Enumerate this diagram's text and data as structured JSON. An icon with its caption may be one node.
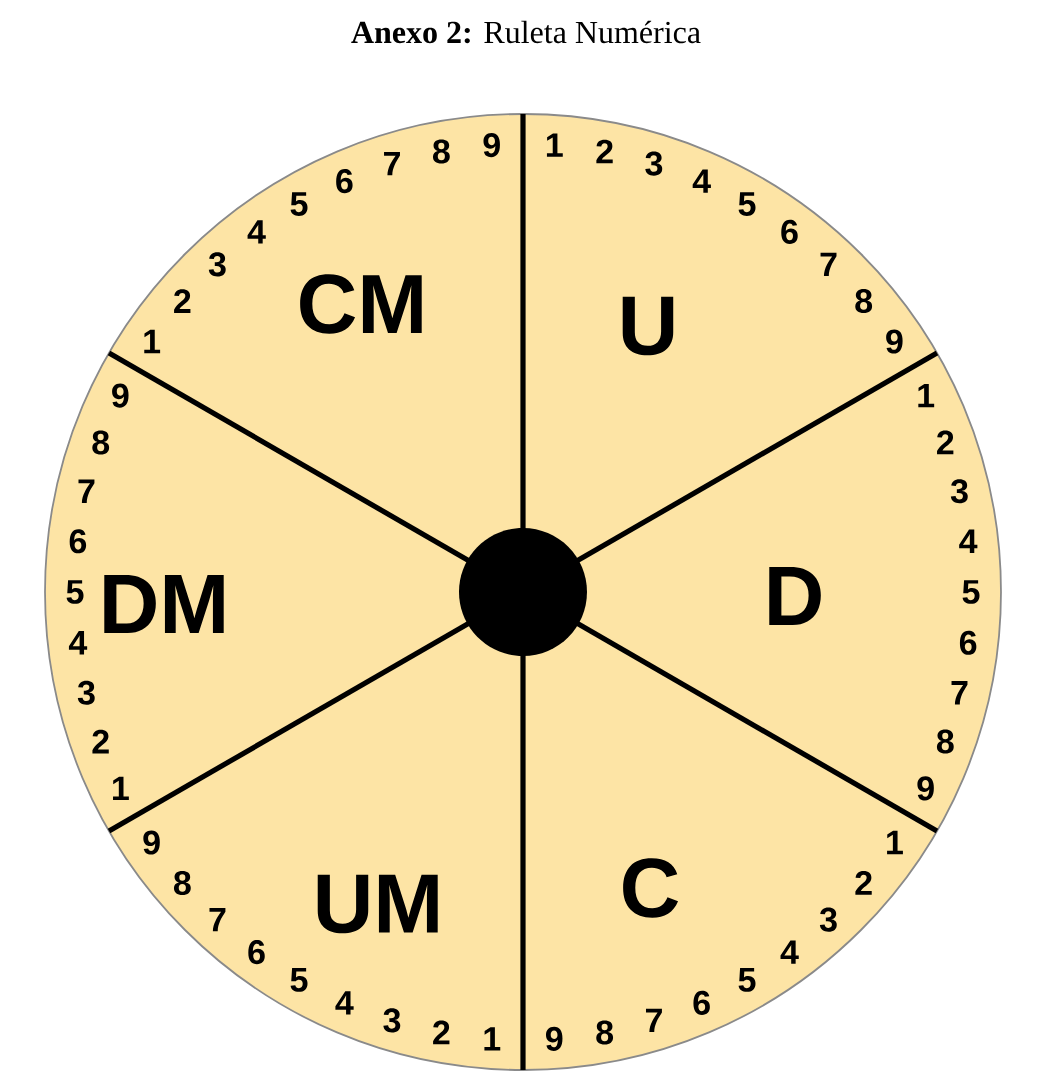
{
  "diagram": {
    "title": "**Anexo 2:** Ruleta Numérica",
    "nodes": [
      {
        "text": [
          "CM",
          "1",
          "2",
          "3",
          "4",
          "5",
          "6",
          "7",
          "8",
          "9"
        ]
      },
      {
        "text": [
          "U",
          "1",
          "2",
          "3",
          "4",
          "5",
          "6",
          "7",
          "8",
          "9"
        ]
      },
      {
        "text": [
          "DM",
          "1",
          "2",
          "3",
          "4",
          "5",
          "6",
          "7",
          "8",
          "9"
        ]
      },
      {
        "text": [
          "D",
          "1",
          "2",
          "3",
          "4",
          "5",
          "6",
          "7",
          "8",
          "9"
        ]
      },
      {
        "text": [
          "UM",
          "1",
          "2",
          "3",
          "4",
          "5",
          "6",
          "7",
          "8",
          "9"
        ]
      },
      {
        "text": [
          "C",
          "1",
          "2",
          "3",
          "4",
          "5",
          "6",
          "7",
          "8",
          "9"
        ]
      }
    ]
  }
}
